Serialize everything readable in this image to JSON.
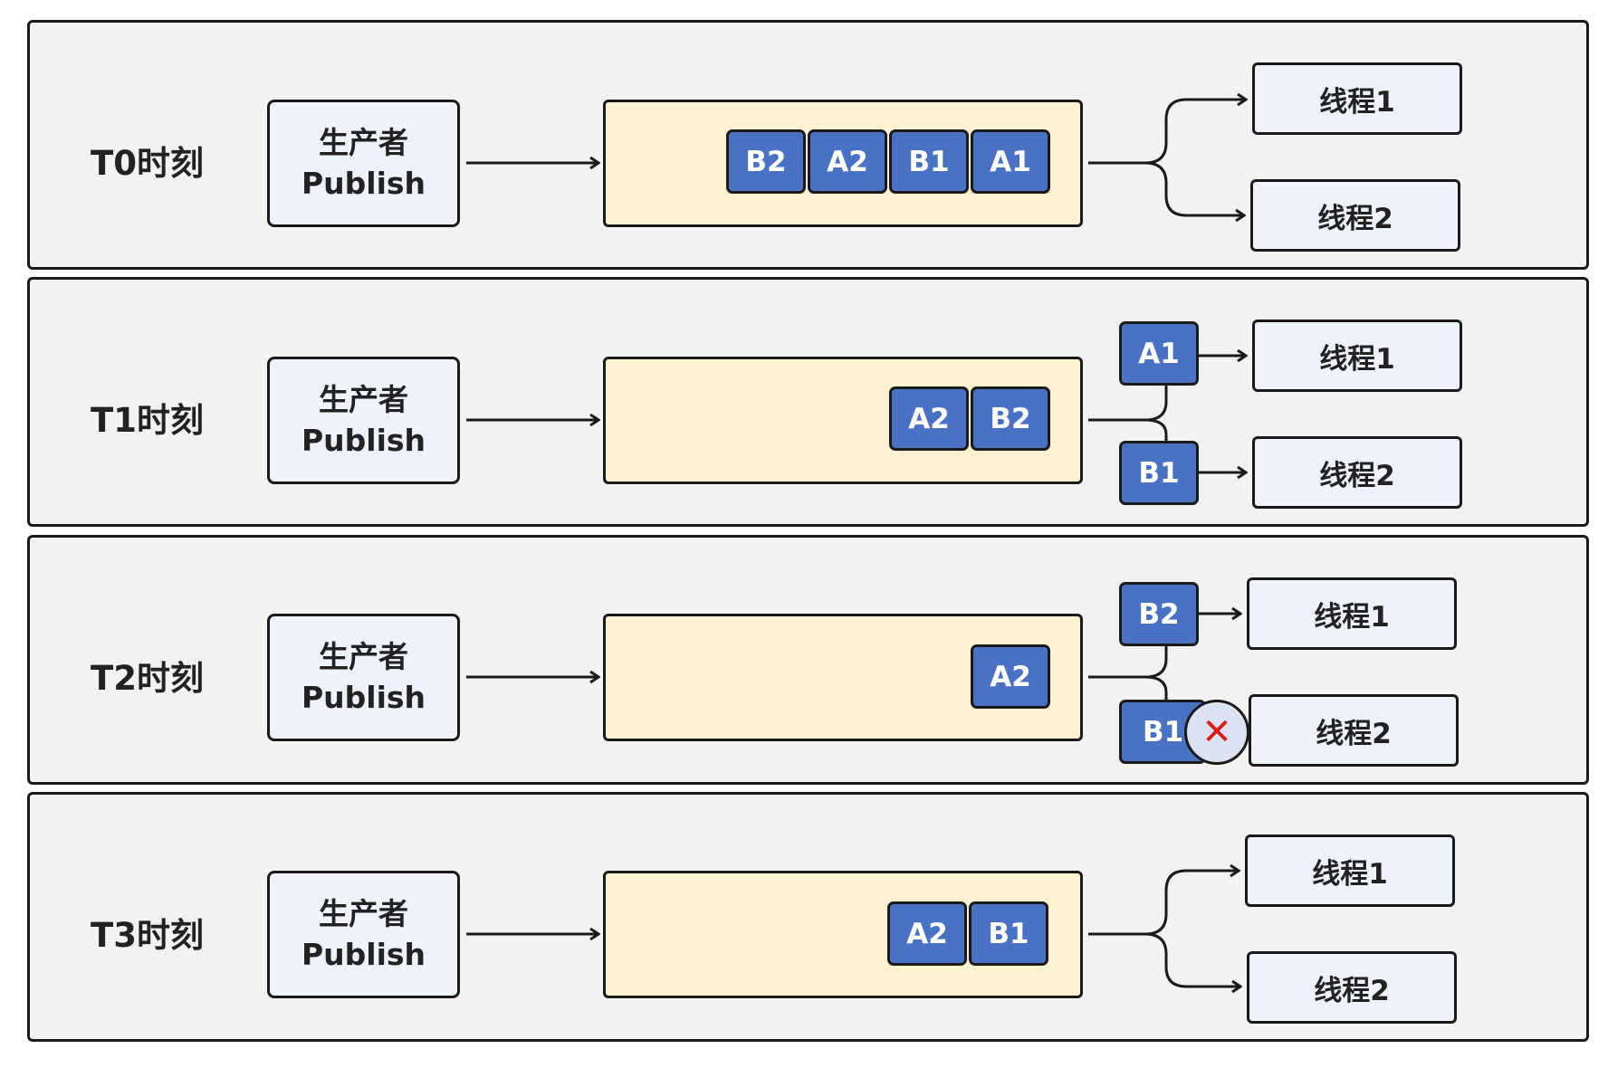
{
  "rows": [
    {
      "label": "T0时刻",
      "producer": {
        "line1": "生产者",
        "line2": "Publish"
      },
      "queue": [
        "B2",
        "A2",
        "B1",
        "A1"
      ],
      "in_flight": [],
      "threads": [
        "线程1",
        "线程2"
      ]
    },
    {
      "label": "T1时刻",
      "producer": {
        "line1": "生产者",
        "line2": "Publish"
      },
      "queue": [
        "A2",
        "B2"
      ],
      "in_flight": [
        "A1",
        "B1"
      ],
      "threads": [
        "线程1",
        "线程2"
      ]
    },
    {
      "label": "T2时刻",
      "producer": {
        "line1": "生产者",
        "line2": "Publish"
      },
      "queue": [
        "A2"
      ],
      "in_flight": [
        "B2",
        "B1"
      ],
      "failure_mark": "✕",
      "threads": [
        "线程1",
        "线程2"
      ]
    },
    {
      "label": "T3时刻",
      "producer": {
        "line1": "生产者",
        "line2": "Publish"
      },
      "queue": [
        "A2",
        "B1"
      ],
      "in_flight": [],
      "threads": [
        "线程1",
        "线程2"
      ]
    }
  ],
  "colors": {
    "panel": "#f2f2f2",
    "producer": "#eef2fb",
    "queue": "#fdf1d1",
    "message": "#4a72c4",
    "failure": "#e01b1b"
  }
}
